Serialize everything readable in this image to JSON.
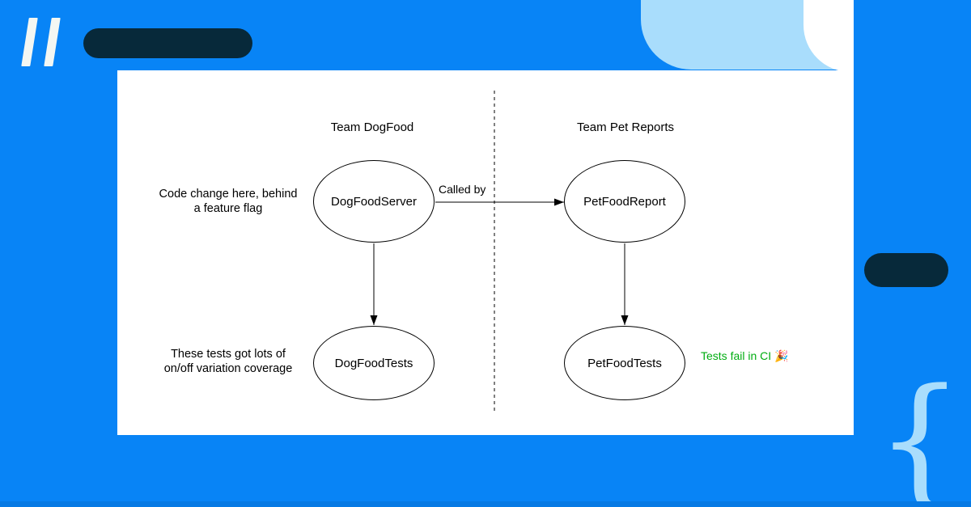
{
  "colors": {
    "background_blue": "#0884F6",
    "accent_navy": "#07293A",
    "accent_light_blue": "#A9DDFC",
    "success_green": "#00AD11",
    "diagram_stroke": "#000000",
    "card_background": "#FFFFFF"
  },
  "decorations": {
    "double_slash_icon": "//",
    "brace_icon": "{"
  },
  "diagram": {
    "lanes": [
      {
        "title": "Team DogFood"
      },
      {
        "title": "Team Pet Reports"
      }
    ],
    "nodes": [
      {
        "label": "DogFoodServer"
      },
      {
        "label": "PetFoodReport"
      },
      {
        "label": "DogFoodTests"
      },
      {
        "label": "PetFoodTests"
      }
    ],
    "edges": [
      {
        "label": "Called by"
      }
    ],
    "annotations": [
      {
        "text": "Code change here, behind\na feature flag"
      },
      {
        "text": "These tests got lots of\non/off variation coverage"
      },
      {
        "text": "Tests fail in CI 🎉"
      }
    ]
  }
}
